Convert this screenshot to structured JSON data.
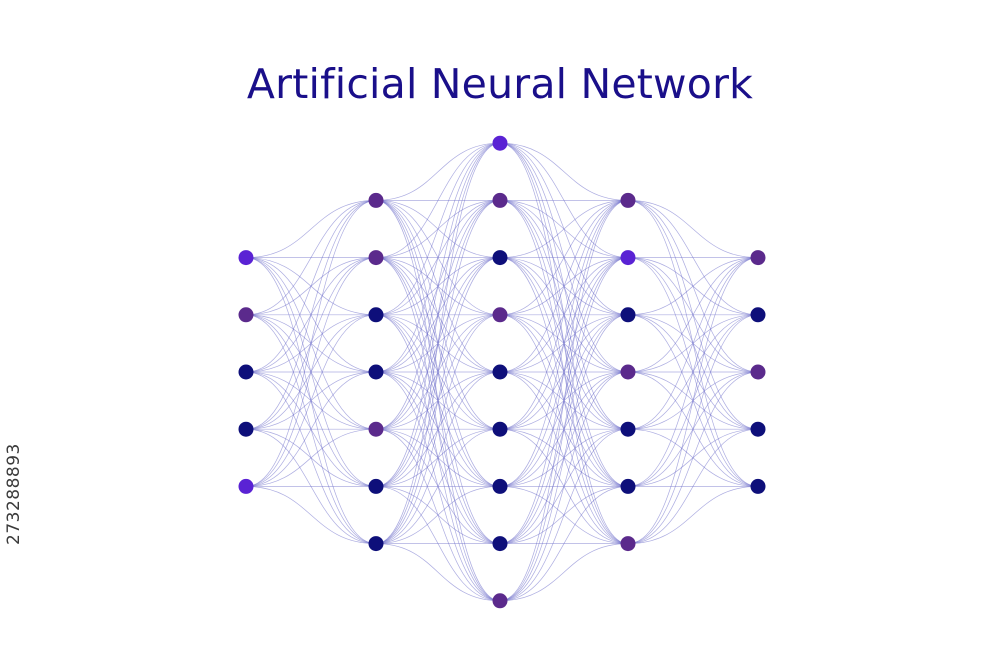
{
  "title": "Artificial Neural Network",
  "image_id_text": "273288893",
  "colors": {
    "title": "#1a0f8a",
    "edge": "#6a6ac8",
    "node_dark": "#0e0f7a",
    "node_purple": "#5b2a8c",
    "node_violet": "#5a22d4"
  },
  "layers": [
    {
      "name": "layer-1",
      "nodes": [
        "violet",
        "purple",
        "dark",
        "dark",
        "violet"
      ]
    },
    {
      "name": "layer-2",
      "nodes": [
        "purple",
        "purple",
        "dark",
        "dark",
        "purple",
        "dark",
        "dark"
      ]
    },
    {
      "name": "layer-3",
      "nodes": [
        "violet",
        "purple",
        "dark",
        "purple",
        "dark",
        "dark",
        "dark",
        "dark",
        "purple"
      ]
    },
    {
      "name": "layer-4",
      "nodes": [
        "purple",
        "violet",
        "dark",
        "purple",
        "dark",
        "dark",
        "purple"
      ]
    },
    {
      "name": "layer-5",
      "nodes": [
        "purple",
        "dark",
        "purple",
        "dark",
        "dark"
      ]
    }
  ]
}
